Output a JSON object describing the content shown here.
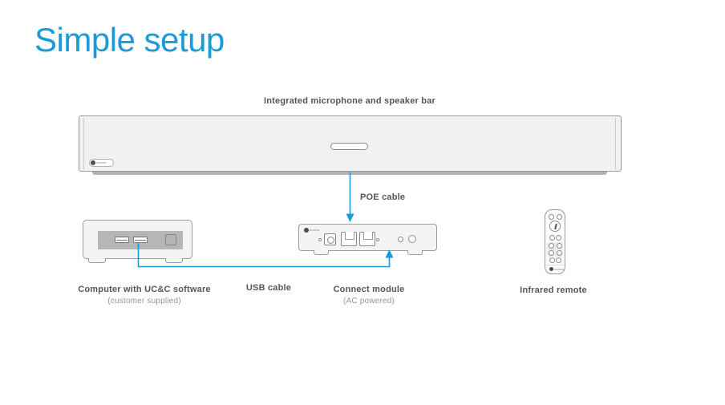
{
  "slide": {
    "title": "Simple setup",
    "brand": "nureva",
    "colors": {
      "accent_blue": "#1b9ad7",
      "label_gray": "#55565a",
      "sublabel_gray": "#939598",
      "device_outline": "#9a9b9e",
      "device_fill": "#f4f4f5"
    }
  },
  "diagram": {
    "speaker_bar": {
      "label": "Integrated microphone and speaker bar"
    },
    "poe_cable": {
      "label": "POE cable"
    },
    "usb_cable": {
      "label": "USB cable"
    },
    "computer": {
      "label": "Computer with UC&C software",
      "sublabel": "(customer supplied)"
    },
    "connect_module": {
      "label": "Connect module",
      "sublabel": "(AC powered)"
    },
    "remote": {
      "label": "Infrared remote"
    }
  }
}
